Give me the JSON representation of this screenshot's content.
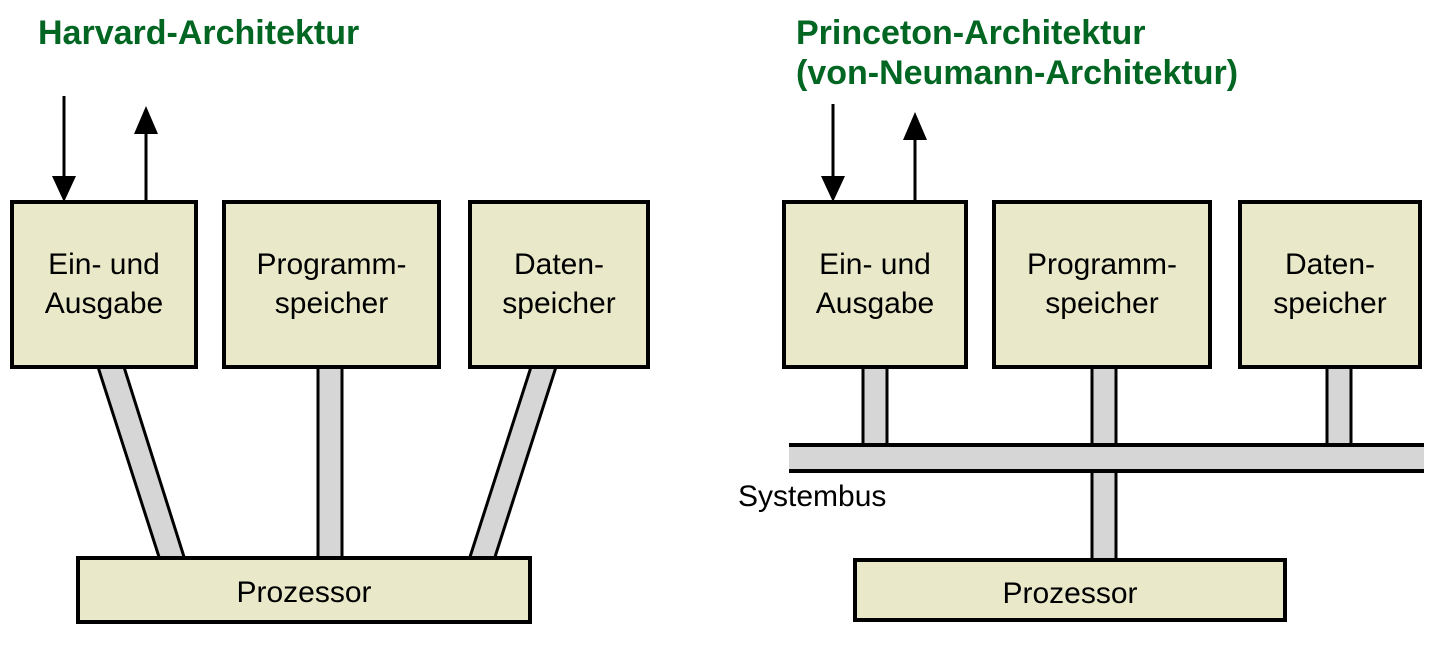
{
  "diagram": {
    "kind": "computer-architecture-comparison",
    "colors": {
      "title_green": "#006622",
      "box_fill": "#E9E9C9",
      "box_stroke": "#000000",
      "bus_fill": "#D6D6D6",
      "bus_stroke": "#000000",
      "background": "#FFFFFF",
      "text": "#000000"
    },
    "left": {
      "title": "Harvard-Architektur",
      "boxes": [
        {
          "line1": "Ein- und",
          "line2": "Ausgabe"
        },
        {
          "line1": "Programm-",
          "line2": "speicher"
        },
        {
          "line1": "Daten-",
          "line2": "speicher"
        }
      ],
      "processor": "Prozessor",
      "io_arrows": [
        {
          "name": "input-arrow",
          "direction": "down"
        },
        {
          "name": "output-arrow",
          "direction": "up"
        }
      ],
      "bus_count": 3,
      "bus_label": ""
    },
    "right": {
      "title_line1": "Princeton-Architektur",
      "title_line2": "(von-Neumann-Architektur)",
      "boxes": [
        {
          "line1": "Ein- und",
          "line2": "Ausgabe"
        },
        {
          "line1": "Programm-",
          "line2": "speicher"
        },
        {
          "line1": "Daten-",
          "line2": "speicher"
        }
      ],
      "processor": "Prozessor",
      "io_arrows": [
        {
          "name": "input-arrow",
          "direction": "down"
        },
        {
          "name": "output-arrow",
          "direction": "up"
        }
      ],
      "bus_label": "Systembus"
    }
  }
}
